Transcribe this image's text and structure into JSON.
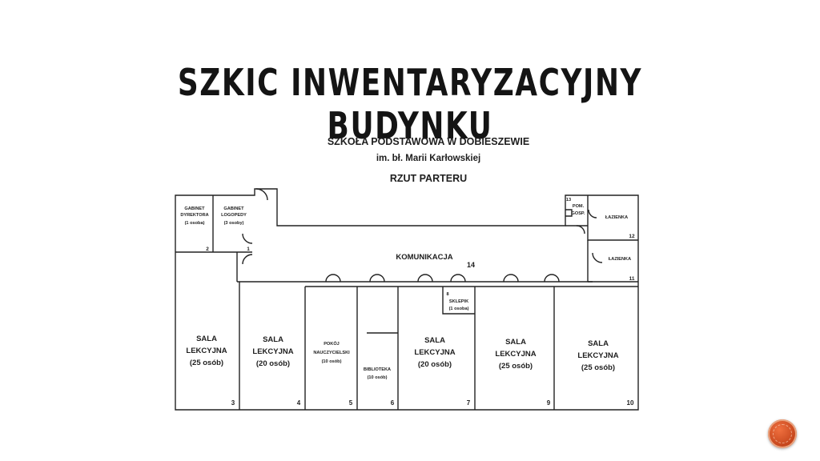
{
  "slide": {
    "title": "SZKIC INWENTARYZACYJNY BUDYNKU"
  },
  "plan": {
    "heading_line1": "SZKOŁA PODSTAWOWA W DOBIESZEWIE",
    "heading_line2": "im. bł. Marii Karłowskiej",
    "heading_line3": "RZUT PARTERU",
    "rooms": {
      "r1": {
        "l1": "GABINET",
        "l2": "DYREKTORA",
        "l3": "(1 osoba)",
        "num": "2"
      },
      "r2": {
        "l1": "GABINET",
        "l2": "LOGOPEDY",
        "l3": "(3 osoby)",
        "num": "1"
      },
      "r3": {
        "l1": "SALA",
        "l2": "LEKCYJNA",
        "l3": "(25 osób)",
        "num": "3"
      },
      "r4": {
        "l1": "SALA",
        "l2": "LEKCYJNA",
        "l3": "(20 osób)",
        "num": "4"
      },
      "r5": {
        "l1": "POKÓJ",
        "l2": "NAUCZYCIELSKI",
        "l3": "(10 osób)",
        "num": "5"
      },
      "r6": {
        "l1": "BIBLIOTEKA",
        "l2": "(10 osób)",
        "num": "6"
      },
      "r7": {
        "l1": "SALA",
        "l2": "LEKCYJNA",
        "l3": "(20 osób)",
        "num": "7"
      },
      "r9": {
        "l1": "SALA",
        "l2": "LEKCYJNA",
        "l3": "(25 osób)",
        "num": "9"
      },
      "r10": {
        "l1": "SALA",
        "l2": "LEKCYJNA",
        "l3": "(25 osób)",
        "num": "10"
      },
      "shop": {
        "num": "8",
        "l1": "SKLEPIK",
        "l2": "(1 osoba)"
      },
      "bath1": {
        "l1": "ŁAZIENKA",
        "num": "12"
      },
      "bath2": {
        "l1": "ŁAZIENKA",
        "num": "11"
      },
      "util": {
        "num": "13",
        "l1": "POM.",
        "l2": "GOSP."
      },
      "corridor": {
        "l1": "KOMUNIKACJA",
        "num": "14"
      }
    }
  }
}
